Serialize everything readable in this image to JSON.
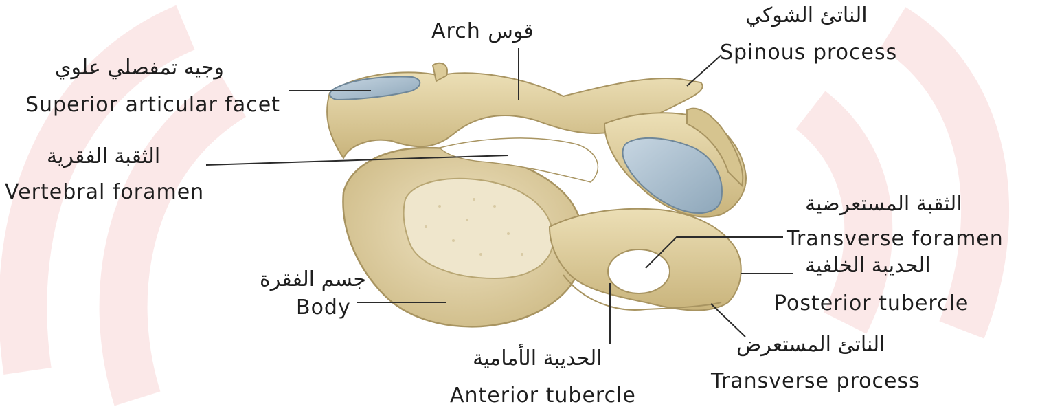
{
  "colors": {
    "background": "#ffffff",
    "watermark": "#fbe3e3",
    "bone": "#e3d4a6",
    "bone_dark": "#b59f6a",
    "bone_shadow": "#c8b582",
    "cartilage": "#9fb6c7",
    "cartilage_edge": "#7d96a8",
    "leader_line": "#2b2b2b",
    "text": "#1e1e1e"
  },
  "labels": {
    "arch": "Arch قوس",
    "spinous_ar": "الناتئ الشوكي",
    "spinous_en": "Spinous process",
    "sup_facet_ar": "وجيه تمفصلي علوي",
    "sup_facet_en": "Superior articular facet",
    "vert_foramen_ar": "الثقبة الفقرية",
    "vert_foramen_en": "Vertebral foramen",
    "trans_foramen_ar": "الثقبة المستعرضية",
    "trans_foramen_en": "Transverse foramen",
    "post_tubercle_ar": "الحديبة الخلفية",
    "post_tubercle_en": "Posterior tubercle",
    "body_ar": "جسم الفقرة",
    "body_en": "Body",
    "ant_tubercle_ar": "الحديبة الأمامية",
    "ant_tubercle_en": "Anterior tubercle",
    "trans_process_ar": "الناتئ المستعرض",
    "trans_process_en": "Transverse process"
  }
}
